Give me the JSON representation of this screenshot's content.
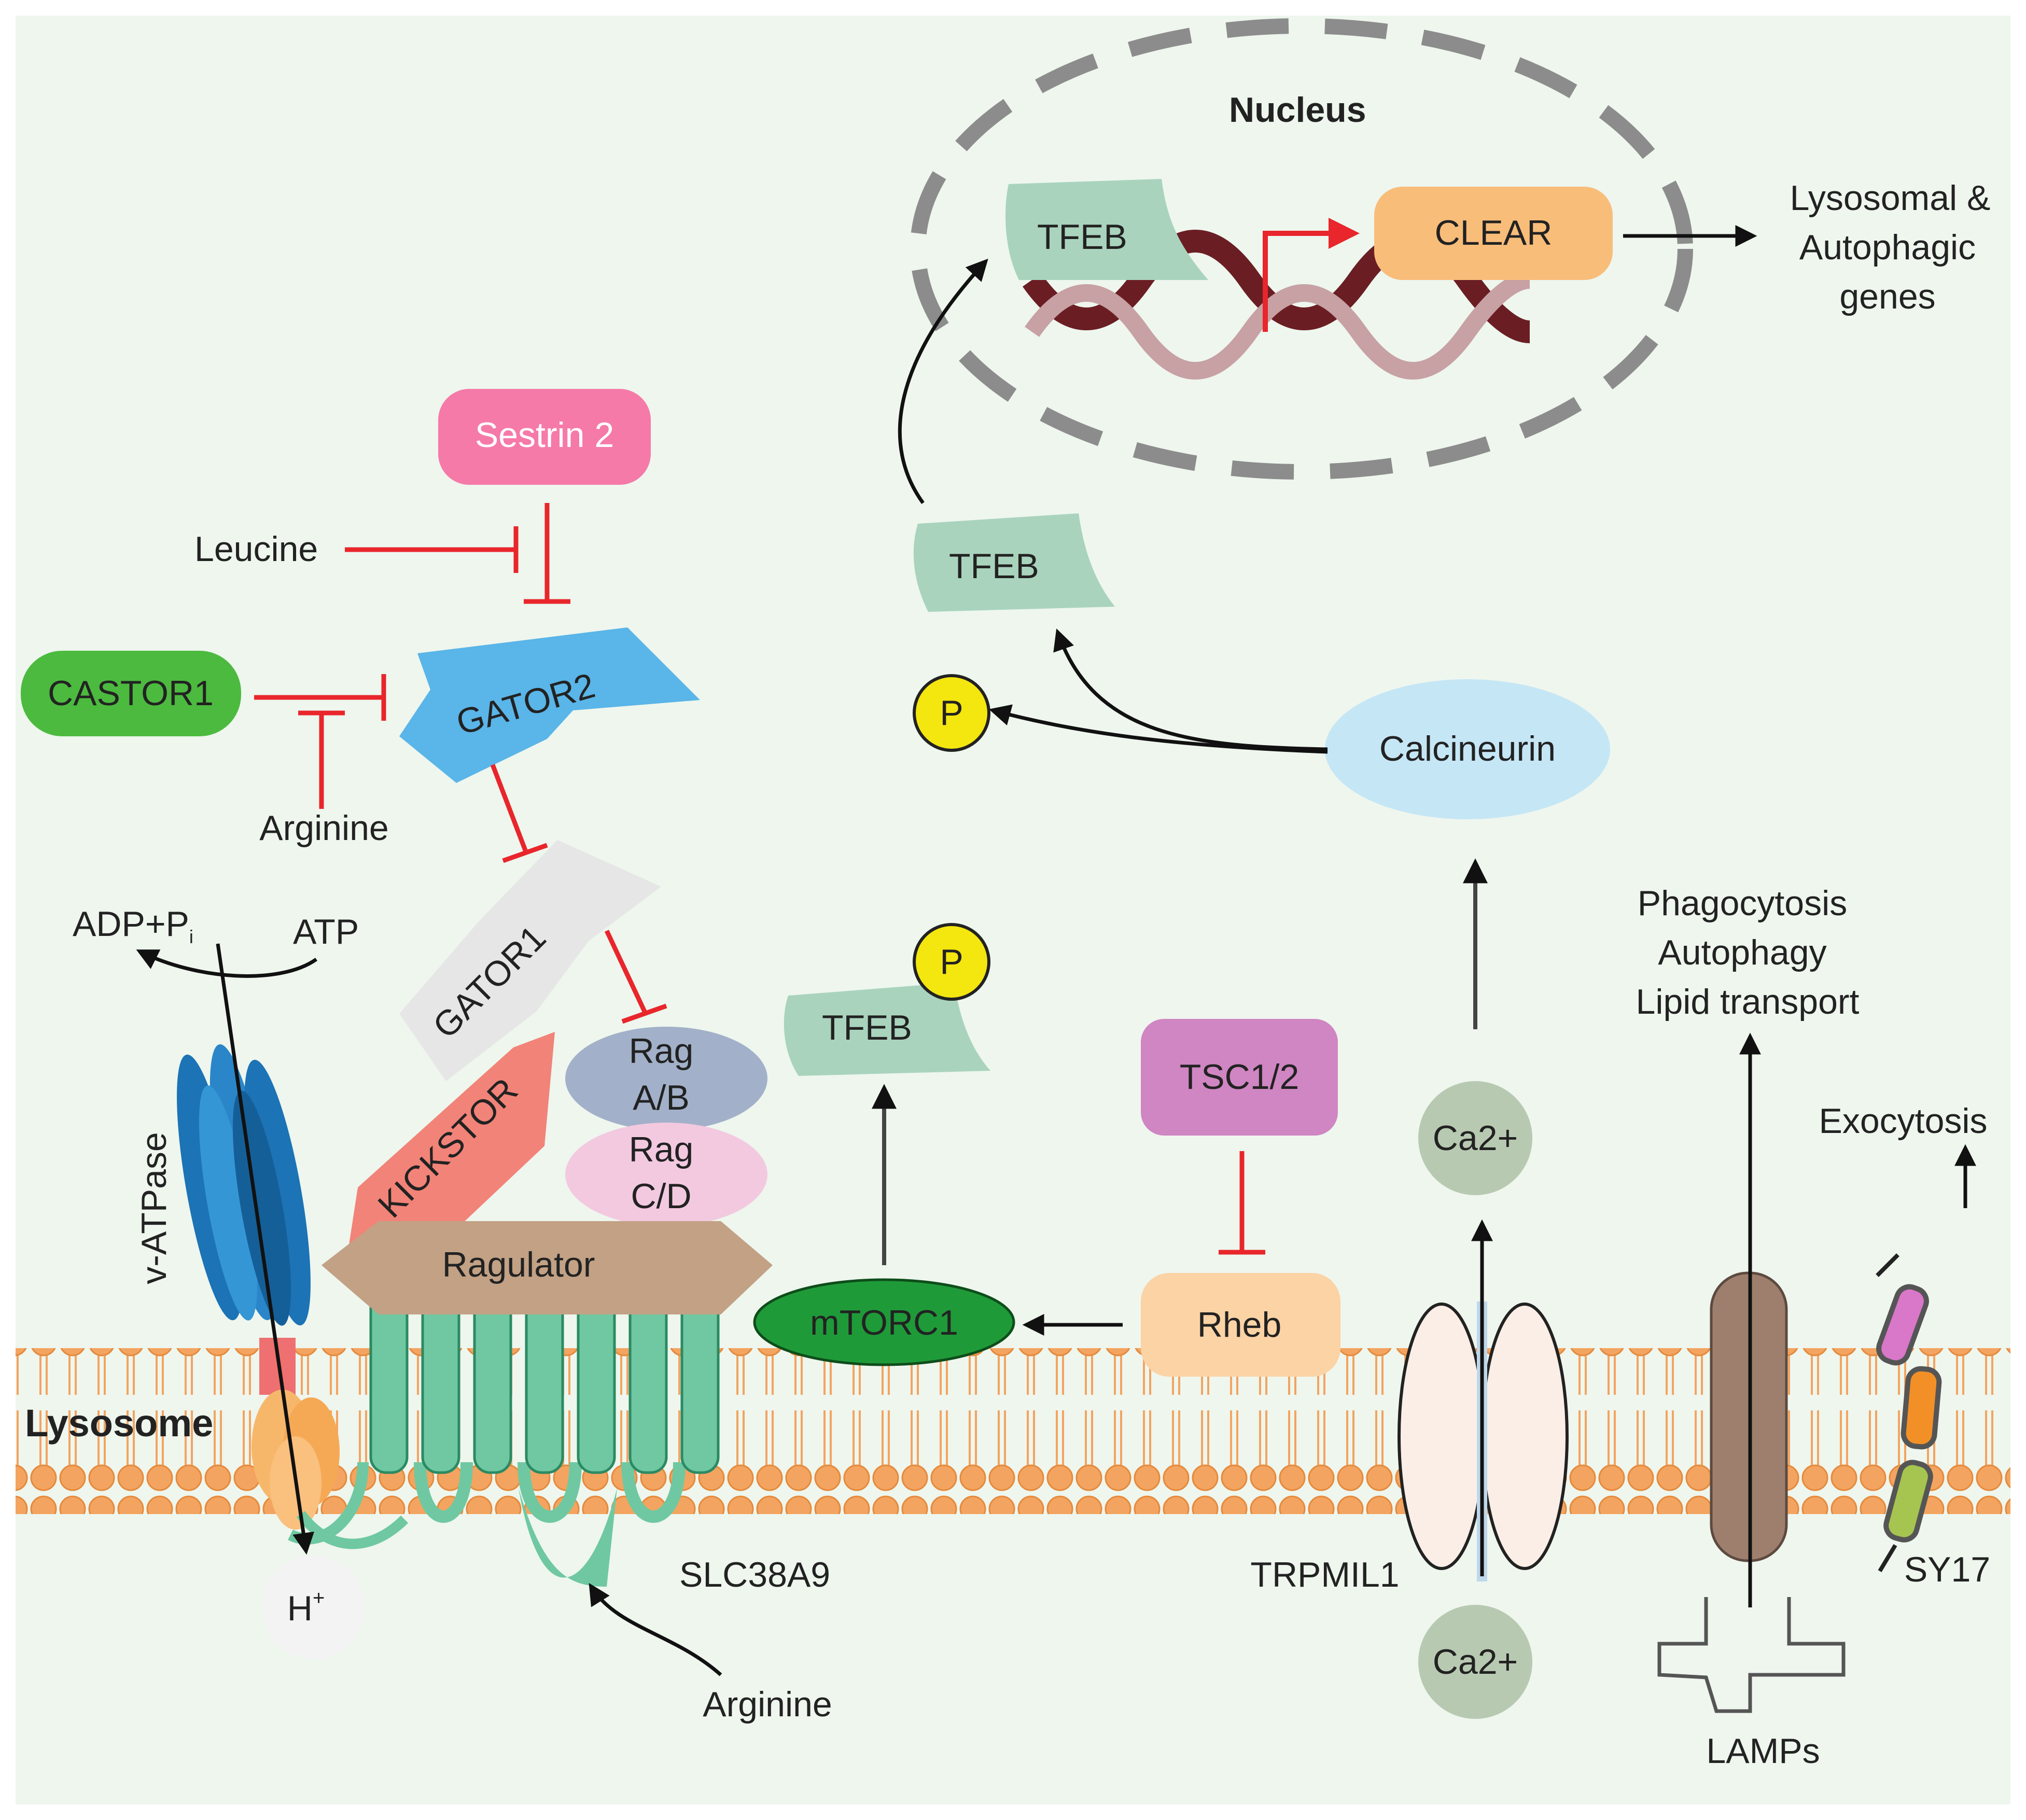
{
  "labels": {
    "nucleus": "Nucleus",
    "tfeb": "TFEB",
    "clear": "CLEAR",
    "genes_line1": "Lysosomal &",
    "genes_line2": "Autophagic",
    "genes_line3": "genes",
    "sestrin2": "Sestrin 2",
    "leucine": "Leucine",
    "castor1": "CASTOR1",
    "gator2": "GATOR2",
    "arginine": "Arginine",
    "gator1": "GATOR1",
    "kickstor": "KICKSTOR",
    "rag_ab_line1": "Rag",
    "rag_ab_line2": "A/B",
    "rag_cd_line1": "Rag",
    "rag_cd_line2": "C/D",
    "ragulator": "Ragulator",
    "adp": "ADP+P",
    "adp_sub": "i",
    "atp": "ATP",
    "vatpase": "v-ATPase",
    "lysosome": "Lysosome",
    "h_plus": "H",
    "h_plus_sup": "+",
    "slc38a9": "SLC38A9",
    "arginine_bottom": "Arginine",
    "p": "P",
    "calcineurin": "Calcineurin",
    "mtorc1": "mTORC1",
    "tsc": "TSC1/2",
    "rheb": "Rheb",
    "ca2": "Ca2+",
    "trpml": "TRPMIL1",
    "phago_line1": "Phagocytosis",
    "phago_line2": "Autophagy",
    "phago_line3": "Lipid transport",
    "exocytosis": "Exocytosis",
    "sy17": "SY17",
    "lamps": "LAMPs"
  },
  "colors": {
    "background": "#eef6ee",
    "inhibition": "#e8262b",
    "activation": "#111111",
    "tfeb": "#a9d3bd",
    "clear": "#f9bd7a",
    "sestrin2": "#f57aa8",
    "castor1": "#4cba3f",
    "gator2": "#5ab5e8",
    "gator1": "#e6e6e6",
    "kickstor": "#f28378",
    "rag_ab": "#a2b1c9",
    "rag_cd": "#f3c9e0",
    "ragulator": "#c2a185",
    "slc38a9": "#6fc8a1",
    "mtorc1": "#1f9a39",
    "tsc": "#cf86c2",
    "rheb": "#fbd3a5",
    "calcineurin": "#c5e6f5",
    "ca2": "#b8c9b1",
    "lamp": "#9e7f6e",
    "p": "#f4e60f",
    "membrane_head": "#f3a460",
    "vatpase": "#1c73b5"
  }
}
